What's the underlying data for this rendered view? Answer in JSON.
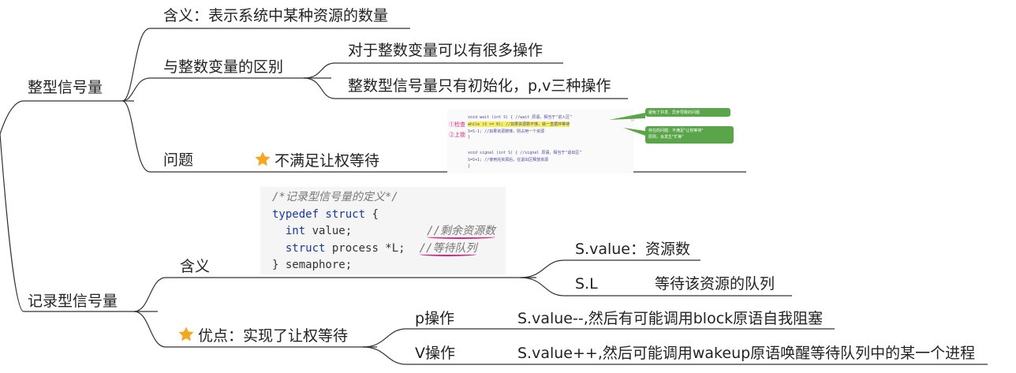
{
  "root1": {
    "label": "整型信号量",
    "meaning": "含义：表示系统中某种资源的数量",
    "diff": {
      "label": "与整数变量的区别",
      "items": [
        "对于整数变量可以有很多操作",
        "整数型信号量只有初始化，p,v三种操作"
      ]
    },
    "problem": {
      "label": "问题",
      "note": "不满足让权等待"
    }
  },
  "root2": {
    "label": "记录型信号量",
    "meaning": {
      "label": "含义",
      "items": [
        {
          "name": "S.value：资源数",
          "desc": ""
        },
        {
          "name": "S.L",
          "desc": "等待该资源的队列"
        }
      ]
    },
    "advantage": {
      "label": "优点：实现了让权等待",
      "ops": [
        {
          "name": "p操作",
          "desc": "S.value--,然后有可能调用block原语自我阻塞"
        },
        {
          "name": "V操作",
          "desc": "S.value++,然后可能调用wakeup原语唤醒等待队列中的某一个进程"
        }
      ]
    }
  },
  "code": {
    "comment": "/*记录型信号量的定义*/",
    "line1_kw": "typedef struct",
    "line1_rest": " {",
    "line2_type": "int",
    "line2_rest": " value;",
    "line2_comment": "//剩余资源数",
    "line3_type": "struct",
    "line3_rest": " process *L;",
    "line3_comment": "//等待队列",
    "line4": "} semaphore;"
  },
  "thumb": {
    "l1": "void wait (int S) {     //wait 原语，相当于\"进入区\"",
    "l2": "  while (S <= 0);       //如果资源数不够，就一直循环等待",
    "l3": "  S=S-1;                //如果资源数够，则占用一个资源",
    "l4": "}",
    "l5": "void signal (int S) {   //signal 原语，相当于\"退出区\"",
    "l6": "  S=S+1;          //使用完资源后，在退出区释放资源",
    "l7": "}",
    "g1": "避免了并发、异步导致的问题",
    "g2a": "存在的问题：不满足\"让权等待\"",
    "g2b": "原则，会发生\"忙等\"",
    "m1": "①检查",
    "m2": "②上锁"
  },
  "colors": {
    "line": "#333333",
    "star": "#f5a623",
    "green": "#5aa54a"
  }
}
